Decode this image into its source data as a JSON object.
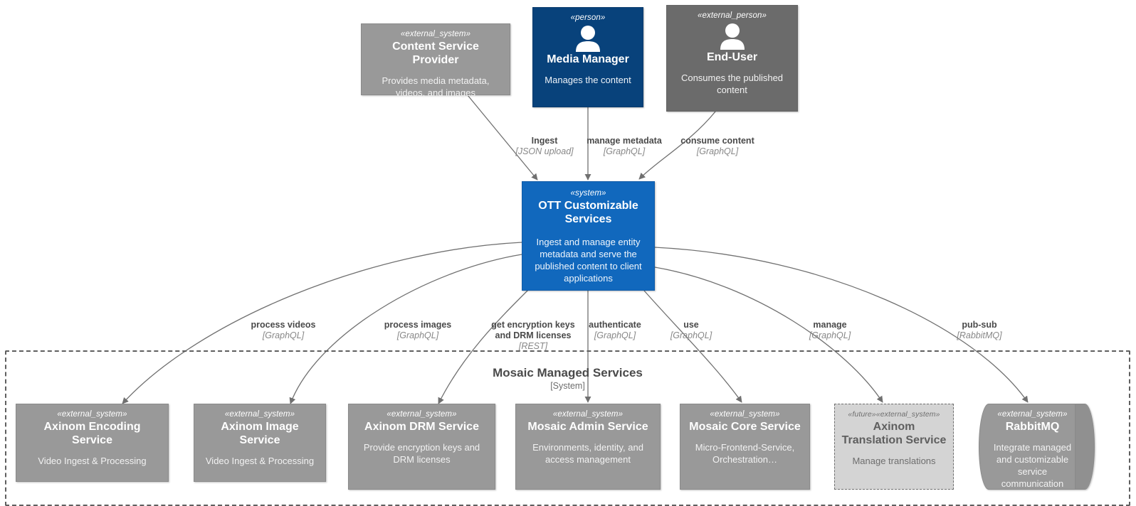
{
  "diagram": {
    "type": "C4 System Context Diagram",
    "nodes": [
      {
        "id": "content-service-provider",
        "stereotype": "«external_system»",
        "name": "Content Service Provider",
        "description": "Provides media metadata, videos, and images",
        "shape": "box",
        "style": "external-system",
        "color": "#999999"
      },
      {
        "id": "media-manager",
        "stereotype": "«person»",
        "name": "Media Manager",
        "description": "Manages the content",
        "shape": "person",
        "style": "person",
        "color": "#08427b"
      },
      {
        "id": "end-user",
        "stereotype": "«external_person»",
        "name": "End-User",
        "description": "Consumes the published content",
        "shape": "person",
        "style": "external-person",
        "color": "#6b6b6b"
      },
      {
        "id": "ott-customizable-services",
        "stereotype": "«system»",
        "name": "OTT Customizable Services",
        "description": "Ingest and manage entity metadata and serve the published content to client applications",
        "shape": "box",
        "style": "system",
        "color": "#1168bd"
      },
      {
        "id": "axinom-encoding-service",
        "stereotype": "«external_system»",
        "name": "Axinom Encoding Service",
        "description": "Video Ingest & Processing",
        "shape": "box",
        "style": "external-system",
        "color": "#999999"
      },
      {
        "id": "axinom-image-service",
        "stereotype": "«external_system»",
        "name": "Axinom Image Service",
        "description": "Video Ingest & Processing",
        "shape": "box",
        "style": "external-system",
        "color": "#999999"
      },
      {
        "id": "axinom-drm-service",
        "stereotype": "«external_system»",
        "name": "Axinom DRM Service",
        "description": "Provide encryption keys and DRM licenses",
        "shape": "box",
        "style": "external-system",
        "color": "#999999"
      },
      {
        "id": "mosaic-admin-service",
        "stereotype": "«external_system»",
        "name": "Mosaic Admin Service",
        "description": "Environments, identity, and access management",
        "shape": "box",
        "style": "external-system",
        "color": "#999999"
      },
      {
        "id": "mosaic-core-service",
        "stereotype": "«external_system»",
        "name": "Mosaic Core Service",
        "description": "Micro-Frontend-Service, Orchestration…",
        "shape": "box",
        "style": "external-system",
        "color": "#999999"
      },
      {
        "id": "axinom-translation-service",
        "stereotype": "«future»«external_system»",
        "name": "Axinom Translation Service",
        "description": "Manage translations",
        "shape": "box-dashed",
        "style": "future-external-system",
        "color": "#d4d4d4"
      },
      {
        "id": "rabbitmq",
        "stereotype": "«external_system»",
        "name": "RabbitMQ",
        "description": "Integrate managed and customizable service communication",
        "shape": "queue",
        "style": "external-system",
        "color": "#999999"
      }
    ],
    "boundary": {
      "name": "Mosaic Managed Services",
      "type": "[System]",
      "style": "dashed"
    },
    "relationships": [
      {
        "id": "rel-ingest",
        "from": "content-service-provider",
        "to": "ott-customizable-services",
        "label": "Ingest",
        "technology": "[JSON upload]"
      },
      {
        "id": "rel-manage-meta",
        "from": "media-manager",
        "to": "ott-customizable-services",
        "label": "manage metadata",
        "technology": "[GraphQL]"
      },
      {
        "id": "rel-consume",
        "from": "end-user",
        "to": "ott-customizable-services",
        "label": "consume content",
        "technology": "[GraphQL]"
      },
      {
        "id": "rel-videos",
        "from": "ott-customizable-services",
        "to": "axinom-encoding-service",
        "label": "process videos",
        "technology": "[GraphQL]"
      },
      {
        "id": "rel-images",
        "from": "ott-customizable-services",
        "to": "axinom-image-service",
        "label": "process images",
        "technology": "[GraphQL]"
      },
      {
        "id": "rel-drm",
        "from": "ott-customizable-services",
        "to": "axinom-drm-service",
        "label": "get encryption keys and DRM licenses",
        "technology": "[REST]"
      },
      {
        "id": "rel-auth",
        "from": "ott-customizable-services",
        "to": "mosaic-admin-service",
        "label": "authenticate",
        "technology": "[GraphQL]"
      },
      {
        "id": "rel-use",
        "from": "ott-customizable-services",
        "to": "mosaic-core-service",
        "label": "use",
        "technology": "[GraphQL]"
      },
      {
        "id": "rel-manage",
        "from": "ott-customizable-services",
        "to": "axinom-translation-service",
        "label": "manage",
        "technology": "[GraphQL]"
      },
      {
        "id": "rel-pubsub",
        "from": "ott-customizable-services",
        "to": "rabbitmq",
        "label": "pub-sub",
        "technology": "[RabbitMQ]"
      }
    ]
  }
}
